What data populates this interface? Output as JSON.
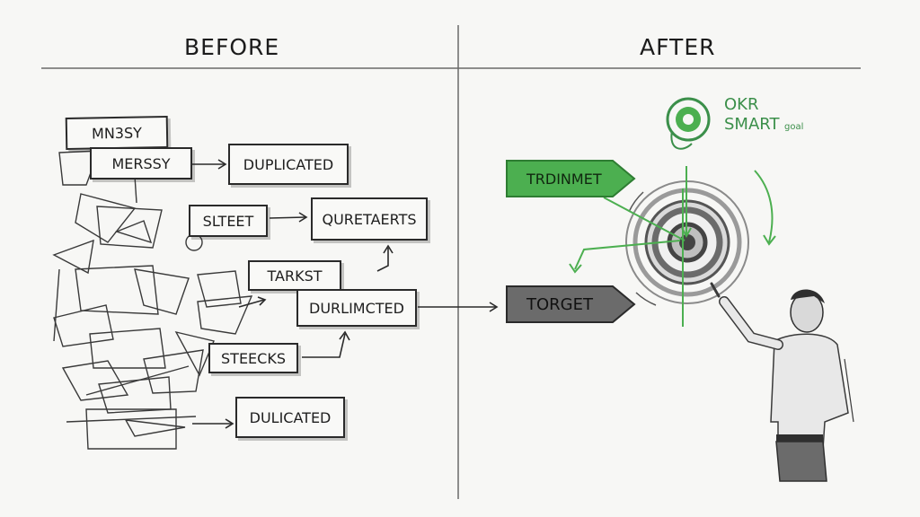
{
  "headings": {
    "before": "BEFORE",
    "after": "AFTER"
  },
  "before_boxes": {
    "messy_1": "MN3SY",
    "messy_2": "MERSSY",
    "duplicated_1": "DUPLICATED",
    "silted": "SLTEET",
    "quretaerts": "QURETAERTS",
    "tarkst": "TARKST",
    "durlimcted": "DURLIMCTED",
    "steecks": "STEECKS",
    "dulicated": "DULICATED"
  },
  "after_pointers": {
    "green": "TRDINMET",
    "gray": "TORGET"
  },
  "logo": {
    "line1": "OKR",
    "line2": "SMART",
    "small": "goal"
  },
  "colors": {
    "accent_green": "#4caf50",
    "dark_green": "#3b8f4a",
    "ink": "#2a2a2a",
    "target_gray": "#6b6b6b"
  },
  "icons": [
    "target-icon",
    "okr-logo-icon",
    "person-figure"
  ]
}
